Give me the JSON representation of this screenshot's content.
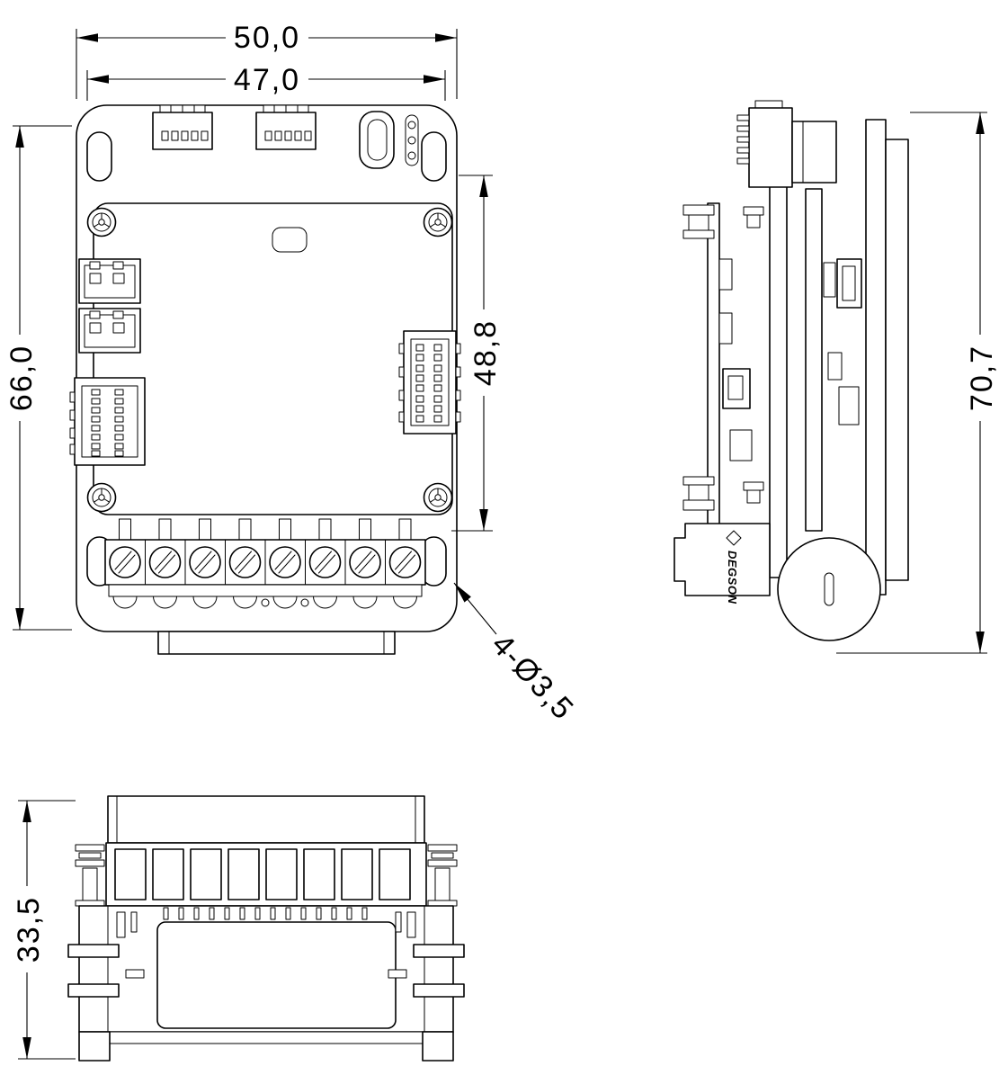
{
  "drawing": {
    "type": "technical-drawing",
    "colors": {
      "line": "#000000",
      "background": "#ffffff"
    },
    "dimensions": {
      "front_overall_width": "50,0",
      "front_inner_width": "47,0",
      "front_overall_height": "66,0",
      "front_right_height": "48,8",
      "mounting_holes": "4-Ø3,5",
      "side_overall_height": "70,7",
      "bottom_overall_height": "33,5"
    },
    "brand": "DEGSON"
  }
}
